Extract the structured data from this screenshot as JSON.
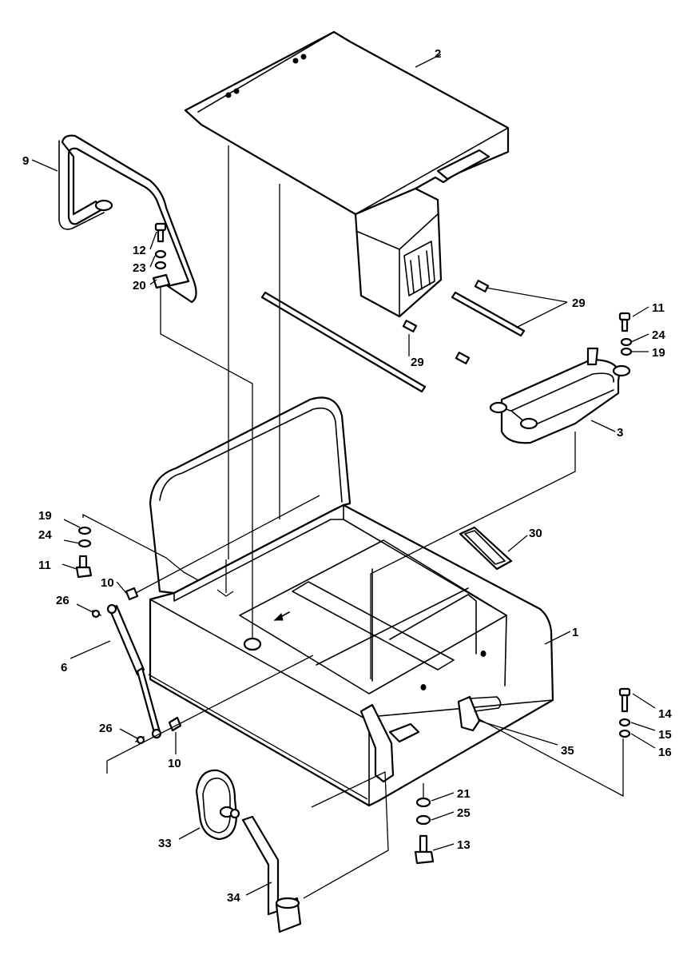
{
  "diagram": {
    "callouts": [
      {
        "id": "c2",
        "text": "2"
      },
      {
        "id": "c9",
        "text": "9"
      },
      {
        "id": "c12",
        "text": "12"
      },
      {
        "id": "c23",
        "text": "23"
      },
      {
        "id": "c20",
        "text": "20"
      },
      {
        "id": "c29a",
        "text": "29"
      },
      {
        "id": "c29b",
        "text": "29"
      },
      {
        "id": "c11a",
        "text": "11"
      },
      {
        "id": "c24a",
        "text": "24"
      },
      {
        "id": "c19a",
        "text": "19"
      },
      {
        "id": "c3",
        "text": "3"
      },
      {
        "id": "c30",
        "text": "30"
      },
      {
        "id": "c19b",
        "text": "19"
      },
      {
        "id": "c24b",
        "text": "24"
      },
      {
        "id": "c11b",
        "text": "11"
      },
      {
        "id": "c10a",
        "text": "10"
      },
      {
        "id": "c26a",
        "text": "26"
      },
      {
        "id": "c1",
        "text": "1"
      },
      {
        "id": "c6",
        "text": "6"
      },
      {
        "id": "c14",
        "text": "14"
      },
      {
        "id": "c15",
        "text": "15"
      },
      {
        "id": "c16",
        "text": "16"
      },
      {
        "id": "c26b",
        "text": "26"
      },
      {
        "id": "c10b",
        "text": "10"
      },
      {
        "id": "c35",
        "text": "35"
      },
      {
        "id": "c21",
        "text": "21"
      },
      {
        "id": "c25",
        "text": "25"
      },
      {
        "id": "c13",
        "text": "13"
      },
      {
        "id": "c33",
        "text": "33"
      },
      {
        "id": "c34",
        "text": "34"
      }
    ]
  }
}
